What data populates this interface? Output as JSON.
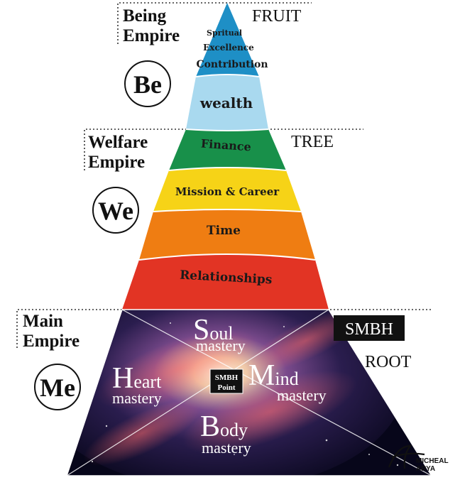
{
  "top_labels": {
    "fruit": "FRUIT",
    "tree": "TREE",
    "root": "ROOT",
    "smbh": "SMBH"
  },
  "empires": [
    {
      "line1": "Being",
      "line2": "Empire",
      "badge": "Be"
    },
    {
      "line1": "Welfare",
      "line2": "Empire",
      "badge": "We"
    },
    {
      "line1": "Main",
      "line2": "Empire",
      "badge": "Me"
    }
  ],
  "layers": {
    "spiritual_1": "Spritual",
    "spiritual_2": "Excellence",
    "spiritual_3": "Contribution",
    "wealth": "wealth",
    "finance": "Finance",
    "mission": "Mission & Career",
    "time": "Time",
    "relationships": "Relationships"
  },
  "base": {
    "soul_initial": "S",
    "soul_rest": "oul",
    "soul_sub": "mastery",
    "heart_initial": "H",
    "heart_rest": "eart",
    "heart_sub": "mastery",
    "mind_initial": "M",
    "mind_rest": "ind",
    "mind_sub": "mastery",
    "body_initial": "B",
    "body_rest": "ody",
    "body_sub": "mastery",
    "center_1": "SMBH",
    "center_2": "Point"
  },
  "logo": {
    "line1": "MICHEAL",
    "line2": "ARYA"
  },
  "colors": {
    "spiritual": "#1e8fc6",
    "wealth": "#a9d9ef",
    "finance": "#18904a",
    "mission": "#f6d317",
    "time": "#ef7d12",
    "relationships": "#e23424",
    "base_dark": "#0b0a1e"
  }
}
